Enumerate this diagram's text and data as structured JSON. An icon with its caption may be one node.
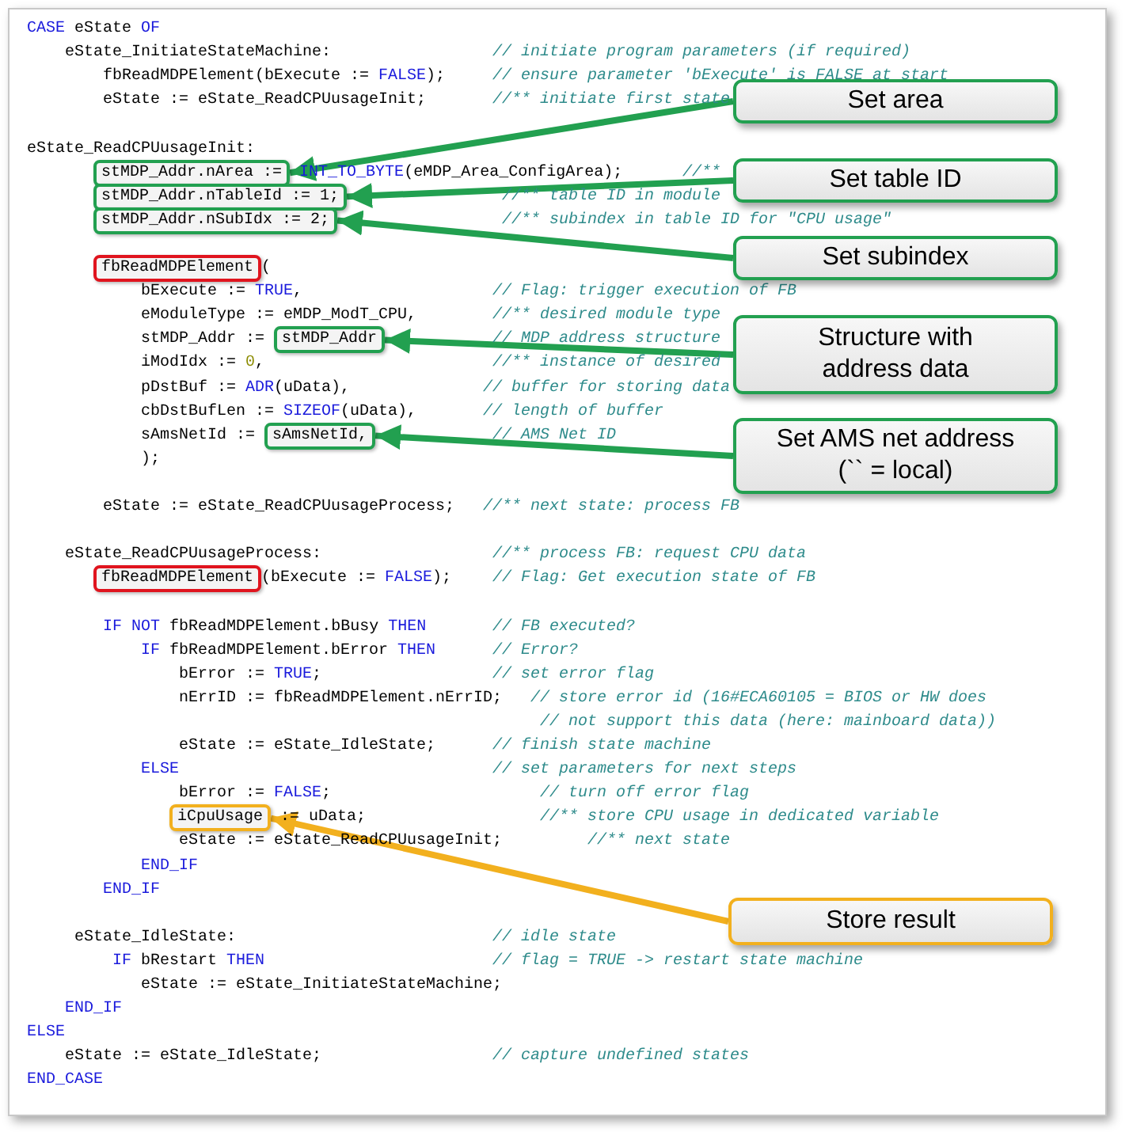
{
  "diagram": {
    "nodes": [
      {
        "text": [
          "Set area"
        ]
      },
      {
        "text": [
          "stMDP_Addr.nArea :="
        ]
      },
      {
        "text": [
          "Set table ID"
        ]
      },
      {
        "text": [
          "stMDP_Addr.nTableId := 1;"
        ]
      },
      {
        "text": [
          "Set subindex"
        ]
      },
      {
        "text": [
          "stMDP_Addr.nSubIdx := 2;"
        ]
      },
      {
        "text": [
          "fbReadMDPElement"
        ]
      },
      {
        "text": [
          "Structure with address data"
        ]
      },
      {
        "text": [
          "stMDP_Addr"
        ]
      },
      {
        "text": [
          "Set AMS net address (`` = local)"
        ]
      },
      {
        "text": [
          "sAmsNetId,"
        ]
      },
      {
        "text": [
          "fbReadMDPElement"
        ]
      },
      {
        "text": [
          "iCpuUsage"
        ]
      },
      {
        "text": [
          "Store result"
        ]
      }
    ],
    "edges": [
      {
        "from": 0,
        "to": 1,
        "arrow": "to"
      },
      {
        "from": 2,
        "to": 3,
        "arrow": "to"
      },
      {
        "from": 4,
        "to": 5,
        "arrow": "to"
      },
      {
        "from": 7,
        "to": 8,
        "arrow": "to"
      },
      {
        "from": 9,
        "to": 10,
        "arrow": "to"
      },
      {
        "from": 13,
        "to": 12,
        "arrow": "to",
        "color": "#f2b01e"
      }
    ],
    "labels": [
      "CASE eState OF",
      "eState_InitiateStateMachine:",
      "// initiate program parameters (if required)",
      "fbReadMDPElement(bExecute := FALSE);",
      "// ensure parameter 'bExecute' is FALSE at start",
      "eState := eState_ReadCPUusageInit;",
      "//** initiate first state",
      "eState_ReadCPUusageInit:",
      "INT_TO_BYTE(eMDP_Area_ConfigArea);",
      "//**",
      "//** table ID in module",
      "//** subindex in table ID for \"CPU usage\"",
      "(",
      "bExecute := TRUE,",
      "// Flag: trigger execution of FB",
      "eModuleType := eMDP_ModT_CPU,",
      "//** desired module type",
      "stMDP_Addr :=",
      "// MDP address structure",
      "iModIdx := 0,",
      "//** instance of desired",
      "pDstBuf := ADR(uData),",
      "// buffer for storing data",
      "cbDstBufLen := SIZEOF(uData),",
      "// length of buffer",
      "sAmsNetId :=",
      "// AMS Net ID",
      ");",
      "eState := eState_ReadCPUusageProcess;",
      "//** next state: process FB",
      "eState_ReadCPUusageProcess:",
      "//** process FB: request CPU data",
      "(bExecute := FALSE);",
      "// Flag: Get execution state of FB",
      "IF NOT fbReadMDPElement.bBusy THEN",
      "// FB executed?",
      "IF fbReadMDPElement.bError THEN",
      "// Error?",
      "bError := TRUE;",
      "// set error flag",
      "nErrID := fbReadMDPElement.nErrID;",
      "// store error id (16#ECA60105 = BIOS or HW does",
      "// not support this data (here: mainboard data))",
      "eState := eState_IdleState;",
      "// finish state machine",
      "ELSE",
      "// set parameters for next steps",
      "bError := FALSE;",
      "// turn off error flag",
      ":= uData;",
      "//** store CPU usage in dedicated variable",
      "eState := eState_ReadCPUusageInit;",
      "//** next state",
      "END_IF",
      "END_IF",
      "eState_IdleState:",
      "// idle state",
      "IF bRestart THEN",
      "// flag = TRUE -> restart state machine",
      "eState := eState_InitiateStateMachine;",
      "END_IF",
      "ELSE",
      "eState := eState_IdleState;",
      "// capture undefined states",
      "END_CASE"
    ]
  }
}
